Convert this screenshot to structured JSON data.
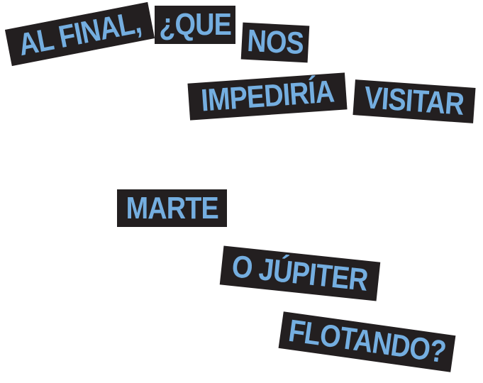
{
  "words": [
    "AL FINAL,",
    "¿QUE",
    "NOS",
    "IMPEDIRÍA",
    "VISITAR",
    "MARTE",
    "O JÚPITER",
    "FLOTANDO?"
  ],
  "colors": {
    "box": "#231f20",
    "text": "#74aee0",
    "background": "#ffffff"
  }
}
